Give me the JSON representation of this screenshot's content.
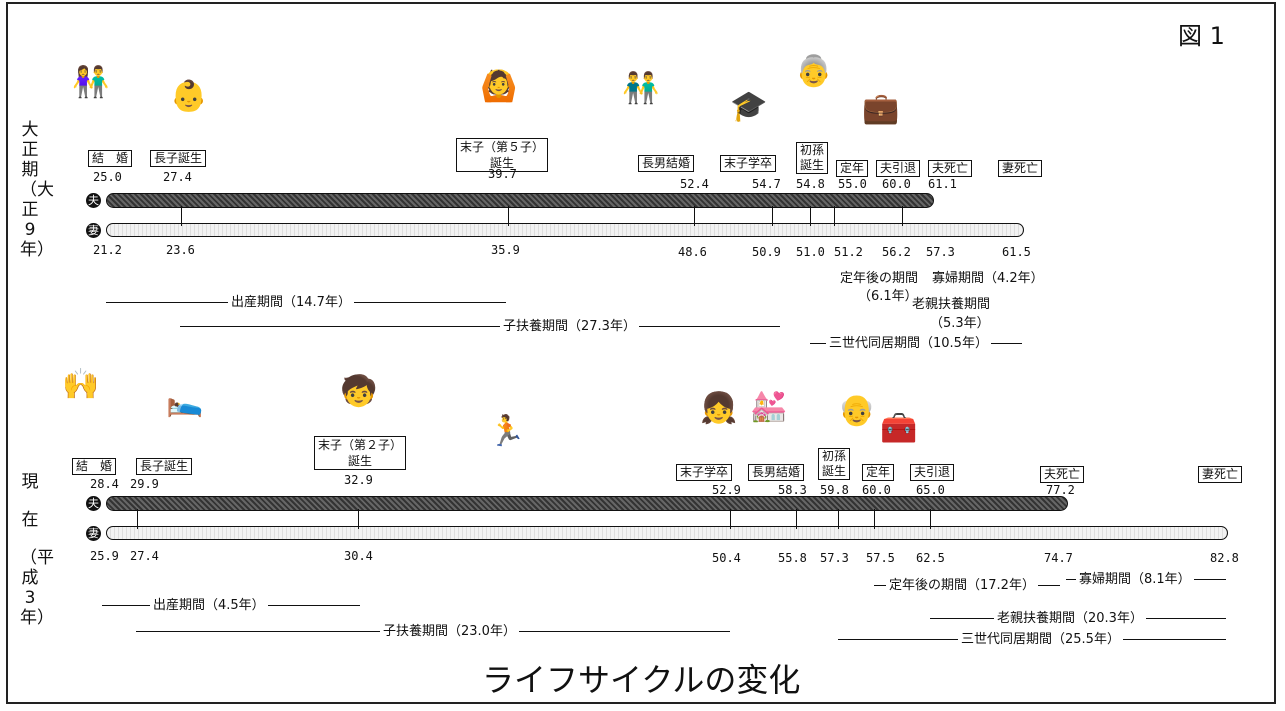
{
  "figure_no": "図 1",
  "title": "ライフサイクルの変化",
  "taisho": {
    "era_label": "大正期（大正9年）",
    "husband_mark": "夫",
    "wife_mark": "妻",
    "events": {
      "kekkon": "結　婚",
      "choshi": "長子誕生",
      "basshi_1": "末子（第５子）",
      "basshi_2": "誕生",
      "chonan_kekkon": "長男結婚",
      "basshi_gakusotsu": "末子学卒",
      "hatsumago_1": "初孫",
      "hatsumago_2": "誕生",
      "teinen": "定年",
      "otto_intai": "夫引退",
      "otto_shibo": "夫死亡",
      "tsuma_shibo": "妻死亡"
    },
    "husband_ages": {
      "kekkon": "25.0",
      "choshi": "27.4",
      "basshi": "39.7",
      "chonan": "52.4",
      "gakusotsu": "54.7",
      "mago": "54.8",
      "teinen": "55.0",
      "intai": "60.0",
      "shibo": "61.1"
    },
    "wife_ages": {
      "a": "21.2",
      "b": "23.6",
      "c": "35.9",
      "d": "48.6",
      "e": "50.9",
      "f": "51.0",
      "g": "51.2",
      "h": "56.2",
      "i": "57.3",
      "j": "61.5"
    },
    "periods": {
      "shussan": "出産期間（14.7年）",
      "kofuyo": "子扶養期間（27.3年）",
      "teinengo_1": "定年後の期間",
      "teinengo_2": "（6.1年）",
      "kafu": "寡婦期間（4.2年）",
      "roshin_1": "老親扶養期間",
      "roshin_2": "（5.3年）",
      "sansedai": "三世代同居期間（10.5年）"
    }
  },
  "heisei": {
    "era_label_1": "現",
    "era_label_2": "在",
    "era_label_3": "（平成3年）",
    "husband_mark": "夫",
    "wife_mark": "妻",
    "events": {
      "kekkon": "結　婚",
      "choshi": "長子誕生",
      "basshi_1": "末子（第２子）",
      "basshi_2": "誕生",
      "basshi_gakusotsu": "末子学卒",
      "chonan_kekkon": "長男結婚",
      "hatsumago_1": "初孫",
      "hatsumago_2": "誕生",
      "teinen": "定年",
      "otto_intai": "夫引退",
      "otto_shibo": "夫死亡",
      "tsuma_shibo": "妻死亡"
    },
    "husband_ages": {
      "kekkon": "28.4",
      "choshi": "29.9",
      "basshi": "32.9",
      "gakusotsu": "52.9",
      "chonan": "58.3",
      "mago": "59.8",
      "teinen": "60.0",
      "intai": "65.0",
      "shibo": "77.2"
    },
    "wife_ages": {
      "a": "25.9",
      "b": "27.4",
      "c": "30.4",
      "d": "50.4",
      "e": "55.8",
      "f": "57.3",
      "g": "57.5",
      "h": "62.5",
      "i": "74.7",
      "j": "82.8"
    },
    "periods": {
      "shussan": "出産期間（4.5年）",
      "kofuyo": "子扶養期間（23.0年）",
      "teinengo": "定年後の期間（17.2年）",
      "kafu": "寡婦期間（8.1年）",
      "roshin": "老親扶養期間（20.3年）",
      "sansedai": "三世代同居期間（25.5年）"
    }
  },
  "illustrations": [
    "wedding-couple",
    "baby",
    "man-reading",
    "sons",
    "graduate",
    "grandmother-baby",
    "briefcase",
    "cheering-couple",
    "baby-sleeping",
    "toddler",
    "running-children",
    "schoolgirl",
    "wedding",
    "grandfather",
    "toolbox"
  ]
}
